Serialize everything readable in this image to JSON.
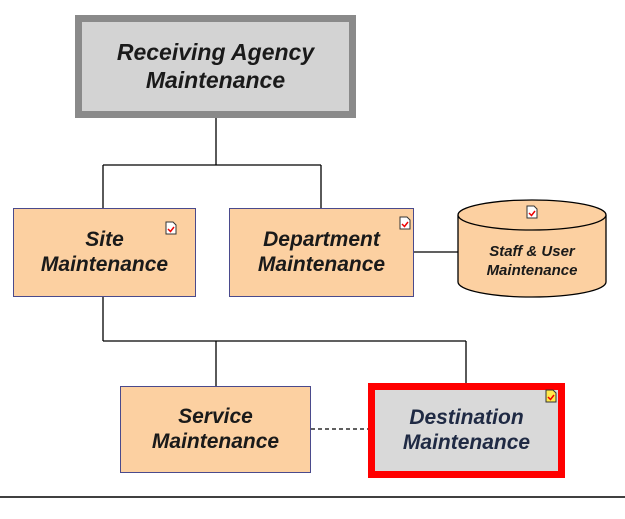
{
  "nodes": {
    "root": {
      "line1": "Receiving  Agency",
      "line2": "Maintenance"
    },
    "site": {
      "line1": "Site",
      "line2": "Maintenance"
    },
    "department": {
      "line1": "Department",
      "line2": "Maintenance"
    },
    "staff": {
      "line1": "Staff & User",
      "line2": "Maintenance"
    },
    "service": {
      "line1": "Service",
      "line2": "Maintenance"
    },
    "destination": {
      "line1": "Destination",
      "line2": "Maintenance"
    }
  },
  "icons": {
    "site": "document-check-icon",
    "department": "document-check-icon",
    "staff": "document-check-icon",
    "destination": "document-check-highlighted-icon"
  },
  "colors": {
    "root_fill": "#d3d3d3",
    "root_border": "#8a8a8a",
    "node_fill": "#fcd0a1",
    "selected_fill": "#d9d9d9",
    "selected_border": "#ff0000"
  }
}
